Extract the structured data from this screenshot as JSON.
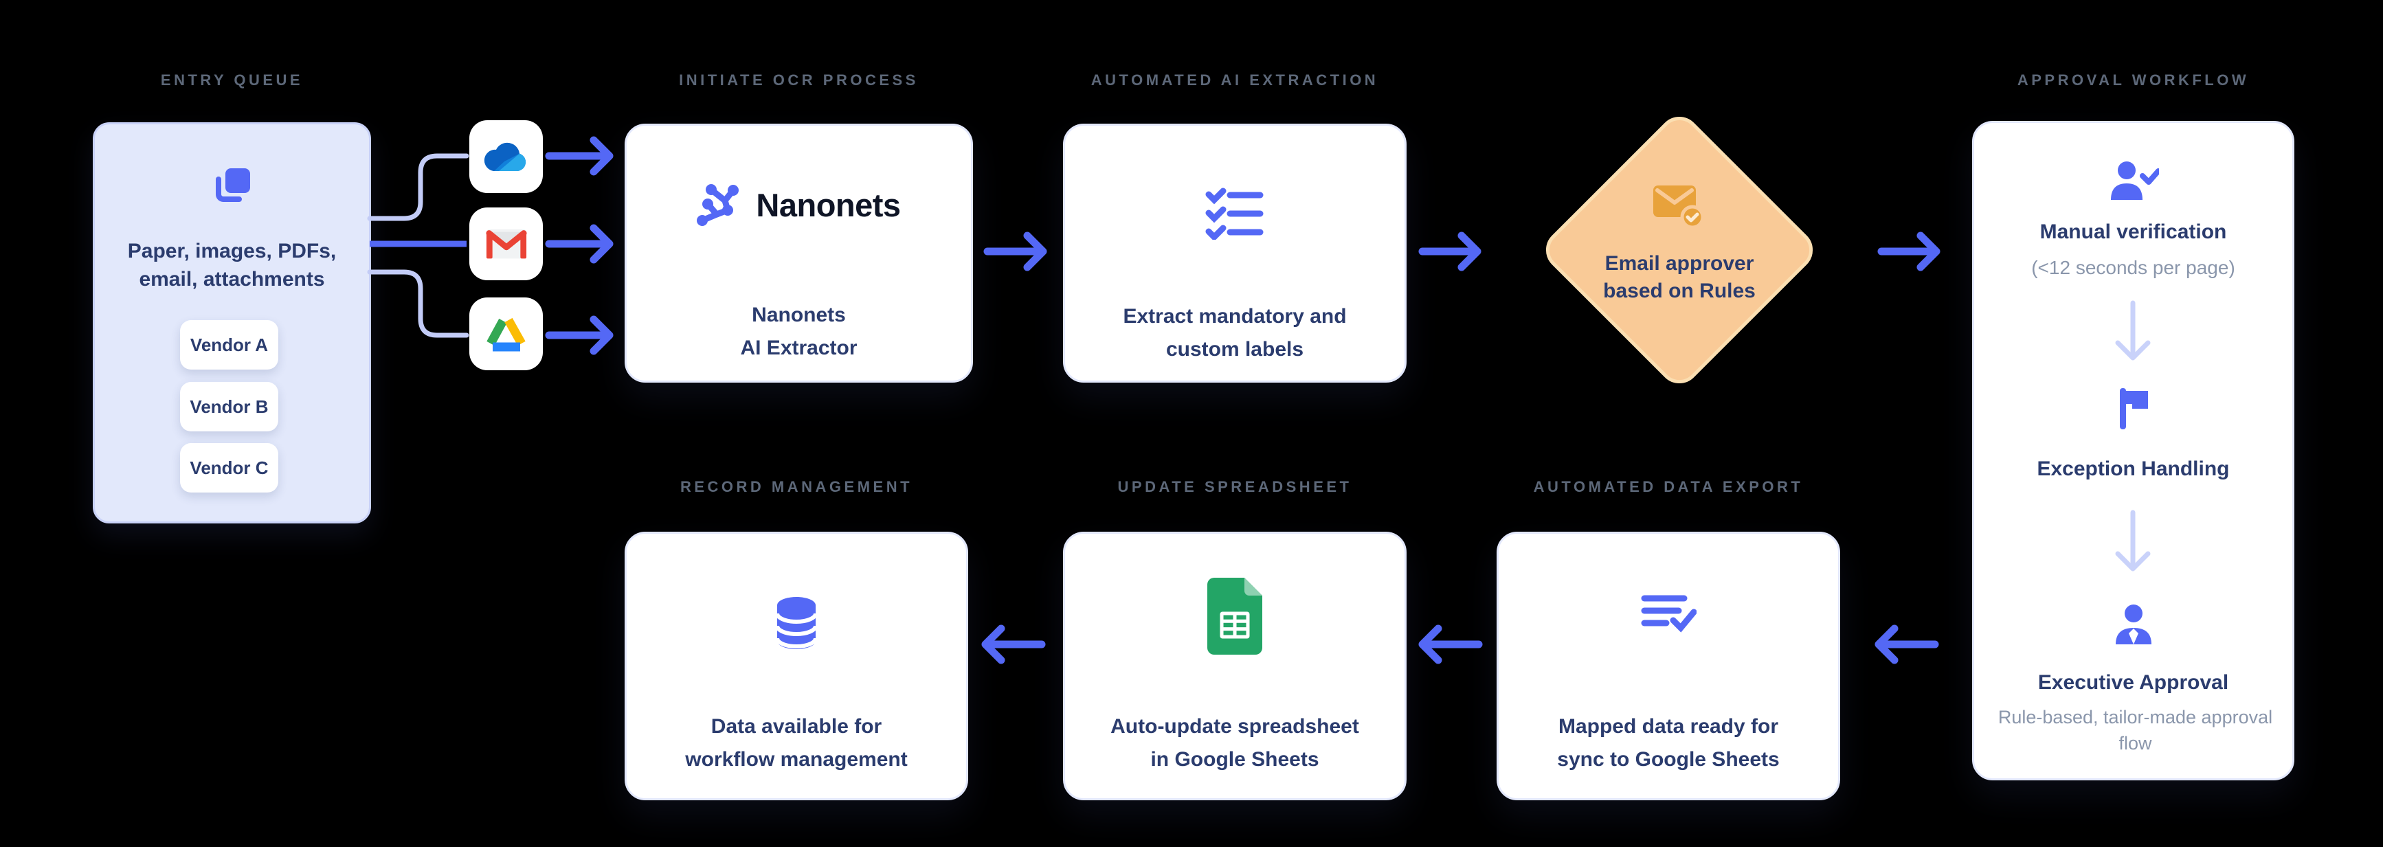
{
  "colors": {
    "background": "#000000",
    "accent_blue": "#5468F5",
    "connector_light": "#C3CCF7",
    "arrow_light": "#C9D2FA",
    "navy_text": "#2B3C6E",
    "gray_text": "#8A96AB",
    "label_gray": "#5D6879",
    "diamond_fill": "#F9CA97",
    "diamond_border": "#FBDFB2",
    "sheets_green": "#23A566",
    "gmail_red": "#EA4335",
    "drive_green": "#34A853",
    "drive_yellow": "#FBBC04",
    "drive_blue": "#2684FC"
  },
  "stages": {
    "entry_queue": {
      "label": "ENTRY QUEUE",
      "text_line1": "Paper, images, PDFs,",
      "text_line2": "email, attachments",
      "vendors": [
        "Vendor A",
        "Vendor B",
        "Vendor C"
      ]
    },
    "sources": {
      "onedrive": "onedrive",
      "gmail": "gmail",
      "google_drive": "google-drive"
    },
    "ocr": {
      "label": "INITIATE OCR PROCESS",
      "brand": "Nanonets",
      "text_line1": "Nanonets",
      "text_line2": "AI Extractor"
    },
    "extraction": {
      "label": "AUTOMATED AI EXTRACTION",
      "text_line1": "Extract mandatory and",
      "text_line2": "custom labels"
    },
    "approver_rule": {
      "text_line1": "Email approver",
      "text_line2": "based on Rules"
    },
    "approval": {
      "label": "APPROVAL WORKFLOW",
      "step1_title": "Manual verification",
      "step1_subtitle": "(<12 seconds per page)",
      "step2_title": "Exception Handling",
      "step3_title": "Executive Approval",
      "step3_subtitle": "Rule-based, tailor-made approval flow"
    },
    "data_export": {
      "label": "AUTOMATED DATA EXPORT",
      "text_line1": "Mapped data ready for",
      "text_line2": "sync to Google Sheets"
    },
    "spreadsheet": {
      "label": "UPDATE SPREADSHEET",
      "text_line1": "Auto-update spreadsheet",
      "text_line2": "in Google Sheets"
    },
    "records": {
      "label": "RECORD MANAGEMENT",
      "text_line1": "Data available for",
      "text_line2": "workflow management"
    }
  }
}
